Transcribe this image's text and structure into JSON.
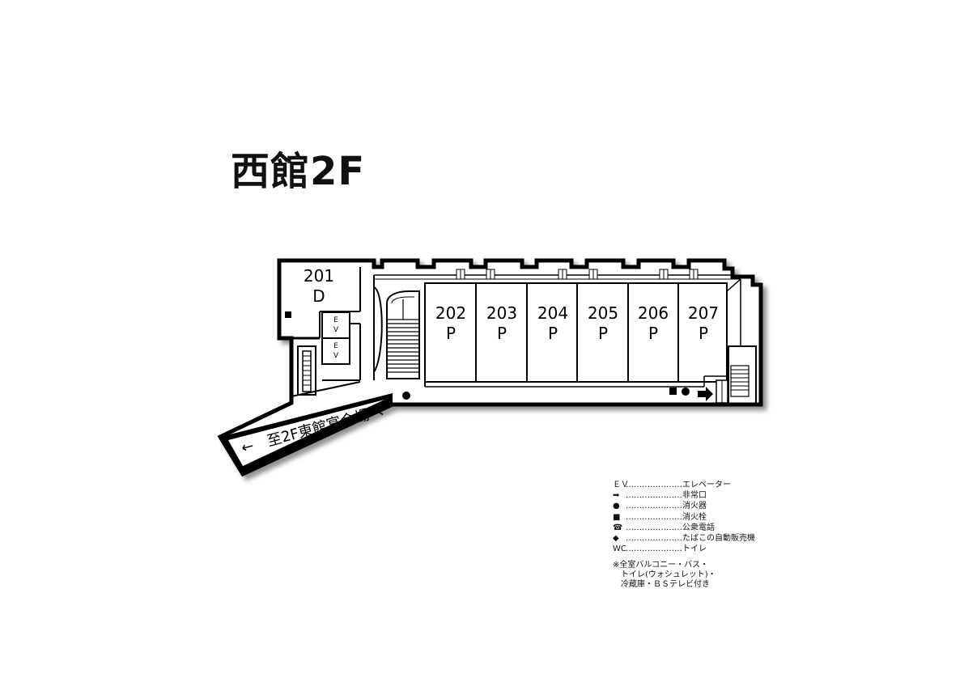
{
  "title": "西館2F",
  "rooms": [
    {
      "number": "201",
      "type": "D"
    },
    {
      "number": "202",
      "type": "P"
    },
    {
      "number": "203",
      "type": "P"
    },
    {
      "number": "204",
      "type": "P"
    },
    {
      "number": "205",
      "type": "P"
    },
    {
      "number": "206",
      "type": "P"
    },
    {
      "number": "207",
      "type": "P"
    }
  ],
  "elevator_label": "EV",
  "corridor_sign": "←　至2F東館宴会場へ",
  "legend": {
    "items": [
      {
        "symbol": "ＥＶ",
        "label": "エレベーター"
      },
      {
        "symbol": "➡",
        "label": "非常口"
      },
      {
        "symbol": "●",
        "label": "消火器"
      },
      {
        "symbol": "■",
        "label": "消火栓"
      },
      {
        "symbol": "☎",
        "label": "公衆電話"
      },
      {
        "symbol": "◆",
        "label": "たばこの自動販売機"
      },
      {
        "symbol": "WC",
        "label": "トイレ"
      }
    ],
    "leader": "……………………",
    "note_lines": [
      "※全室バルコニー・バス・",
      "　トイレ(ウォシュレット)・",
      "　冷蔵庫・ＢＳテレビ付き"
    ]
  }
}
